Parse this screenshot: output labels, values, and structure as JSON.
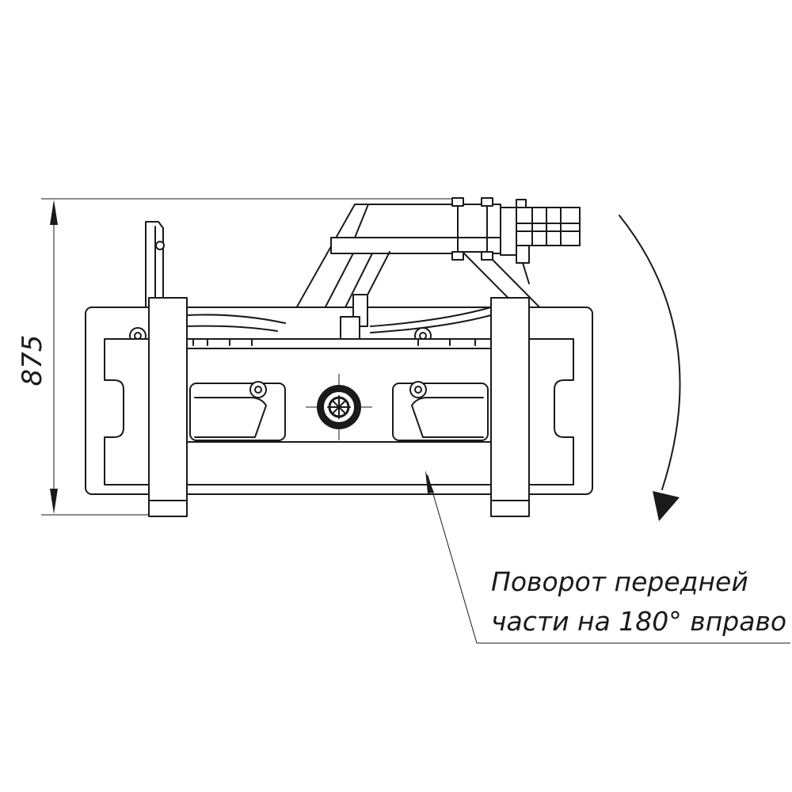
{
  "dimension": {
    "value": "875"
  },
  "note": {
    "line1": "Поворот передней",
    "line2": "части на 180° вправо"
  },
  "colors": {
    "ink": "#1a1a1a",
    "paper": "#ffffff"
  }
}
